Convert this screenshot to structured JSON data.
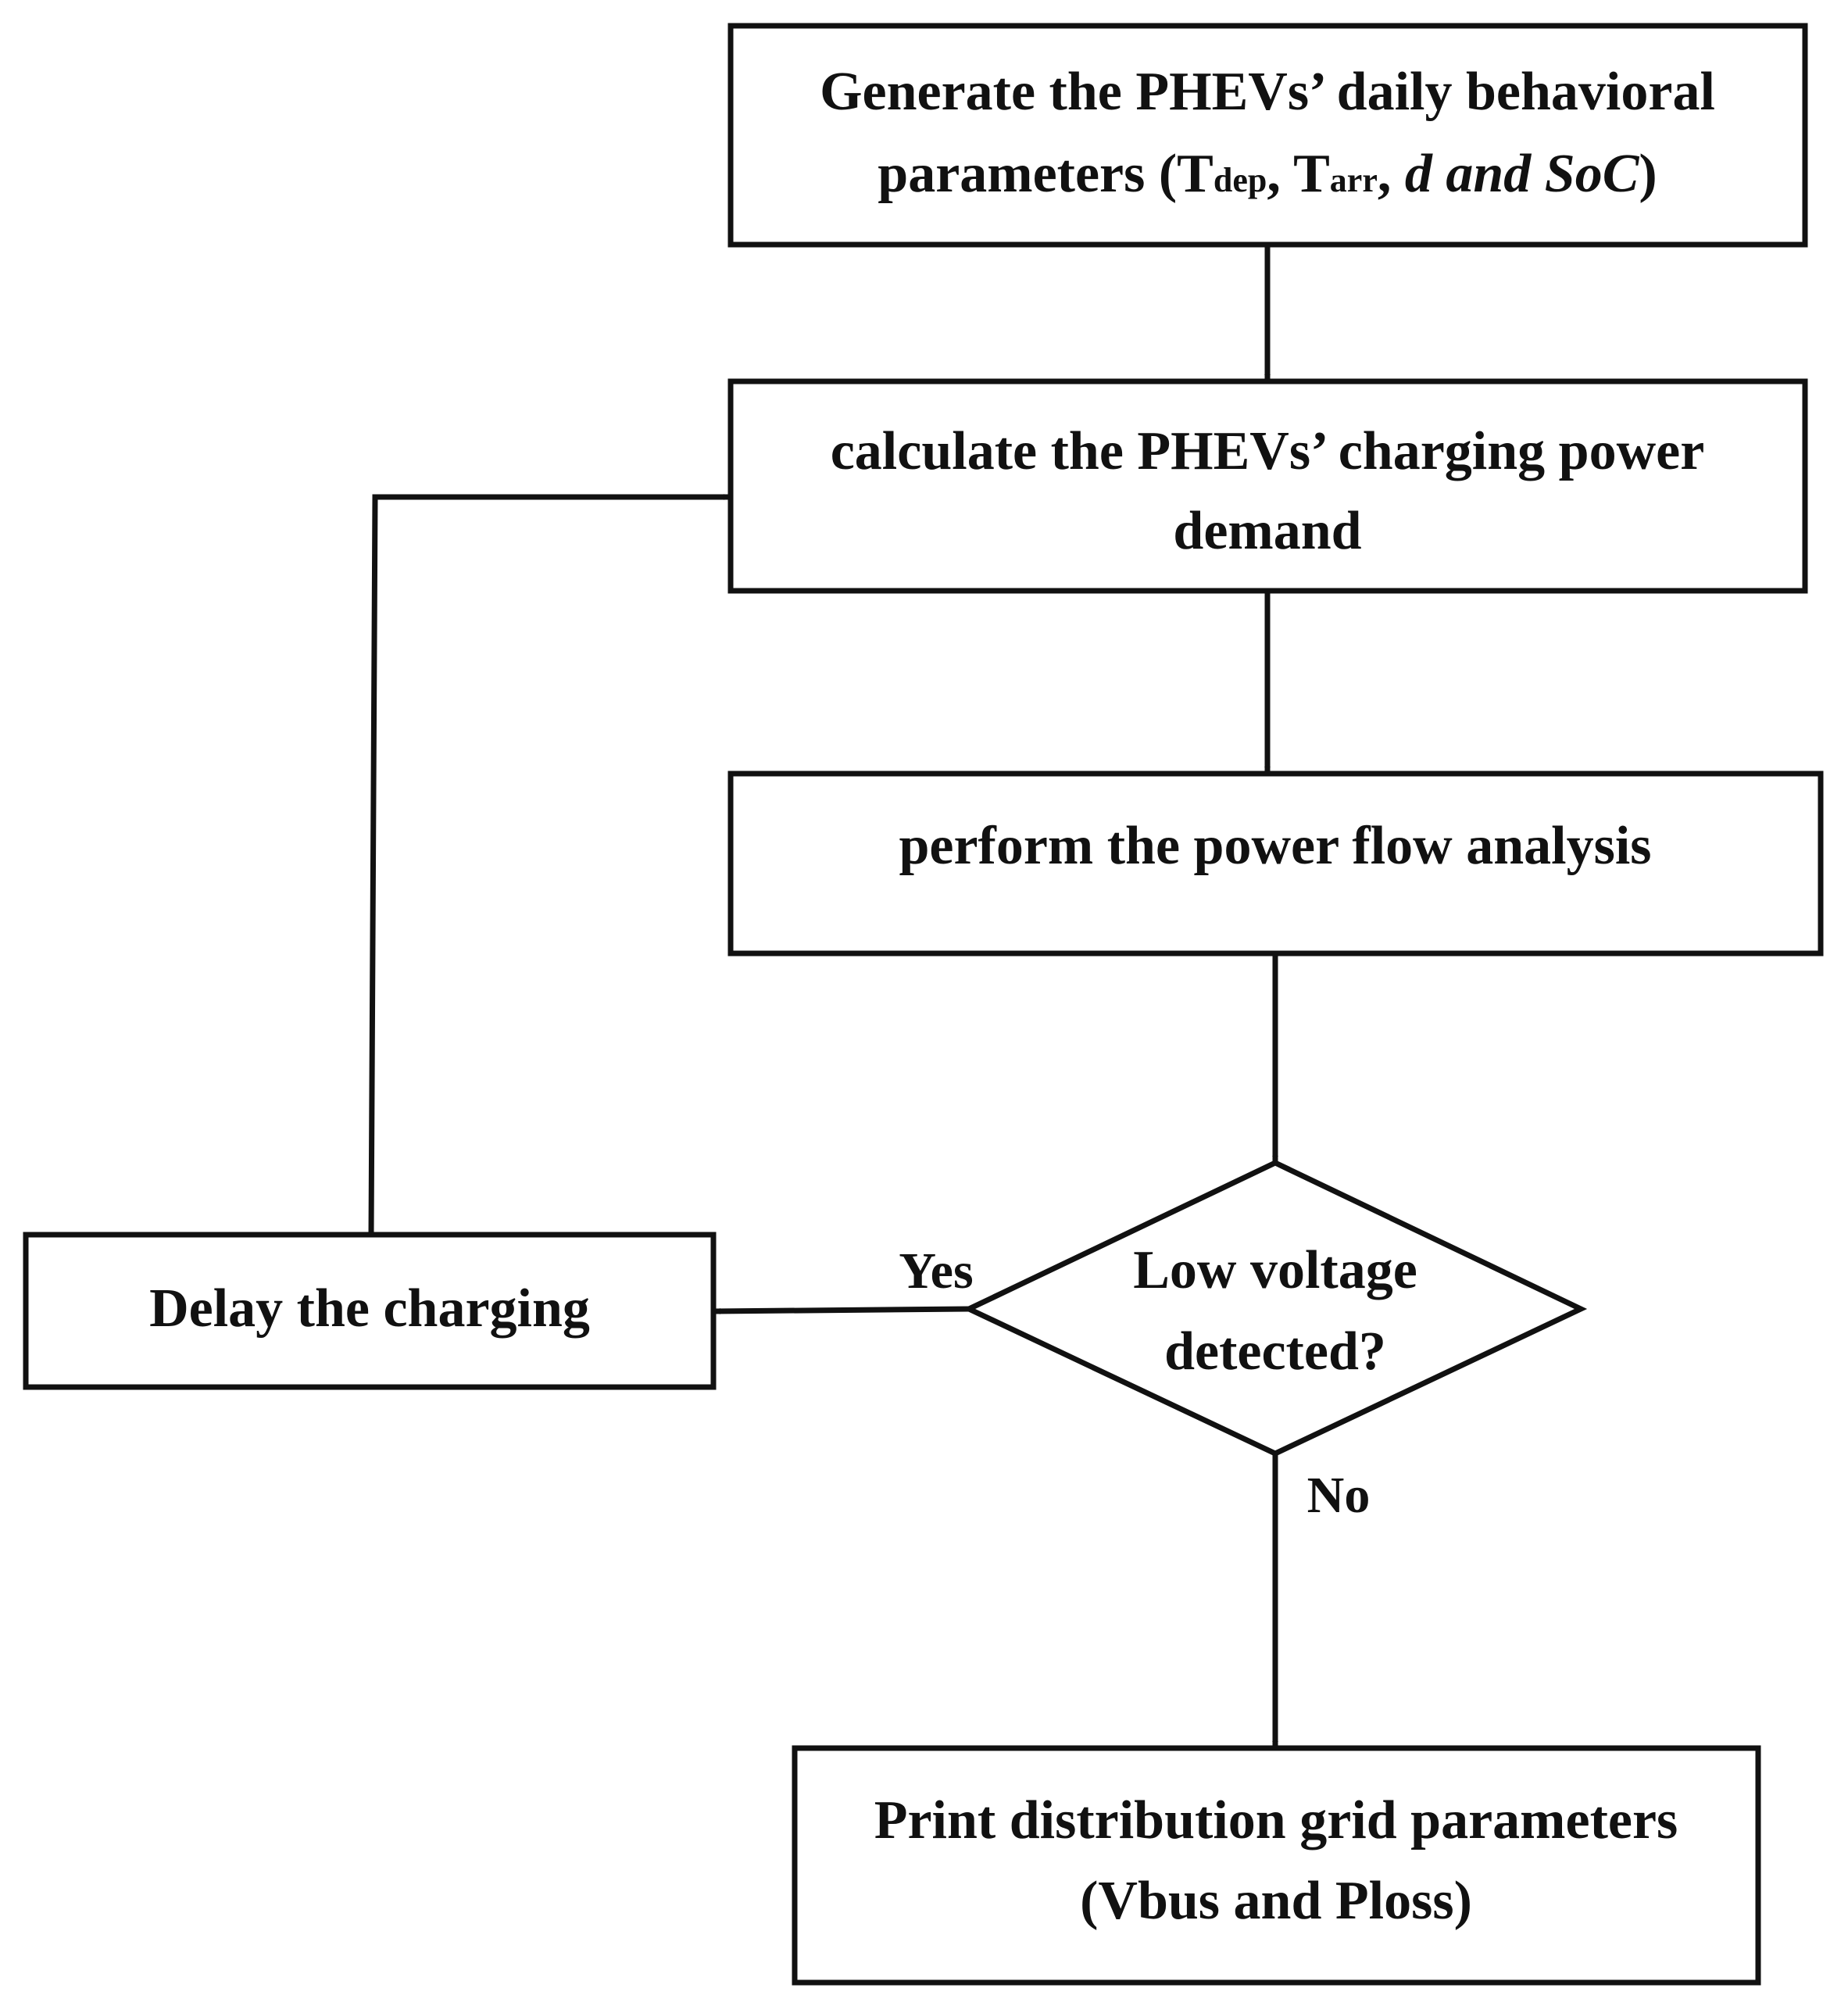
{
  "nodes": {
    "generate": {
      "line1": "Generate the PHEVs’ daily behavioral",
      "line2_prefix": "parameters (",
      "t_dep_base": "T",
      "t_dep_sub": "dep",
      "sep1": ", ",
      "t_arr_base": "T",
      "t_arr_sub": "arr",
      "sep2": ", ",
      "d_and_soc": "d and SoC",
      "line2_suffix": ")"
    },
    "calculate": {
      "line1": "calculate the PHEVs’ charging power",
      "line2": "demand"
    },
    "power_flow": {
      "line1": "perform the power flow analysis"
    },
    "decision": {
      "line1": "Low voltage",
      "line2": "detected?"
    },
    "delay": {
      "line1": "Delay the charging"
    },
    "print": {
      "line1": "Print distribution grid parameters",
      "line2": "(Vbus and Ploss)"
    }
  },
  "edge_labels": {
    "yes": "Yes",
    "no": "No"
  },
  "colors": {
    "stroke": "#111111",
    "background": "#ffffff"
  }
}
